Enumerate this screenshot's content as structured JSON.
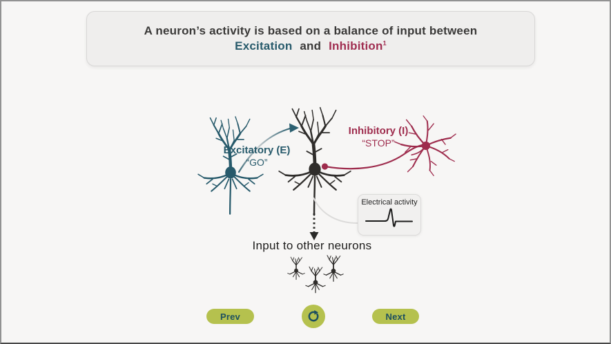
{
  "title": {
    "line1": "A neuron’s activity is based on a balance of input between",
    "word_excitation": "Excitation",
    "word_and": "and",
    "word_inhibition": "Inhibition",
    "footnote_marker": "1"
  },
  "diagram": {
    "excitatory": {
      "label": "Excitatory (E)",
      "quote": "“GO”"
    },
    "inhibitory": {
      "label": "Inhibitory (I)",
      "quote": "“STOP”"
    },
    "electrical_activity_label": "Electrical activity",
    "output_caption": "Input to other neurons"
  },
  "footer": {
    "prev_label": "Prev",
    "next_label": "Next",
    "refresh_icon": "refresh-icon"
  },
  "colors": {
    "excitatory_teal": "#275a6b",
    "inhibitory_crimson": "#9e2c4d",
    "neuron_dark": "#2f2d2b",
    "button_olive": "#b5c14e",
    "button_text_teal": "#1d4f5f",
    "page_background": "#f7f6f5",
    "card_background": "#efeeed"
  }
}
